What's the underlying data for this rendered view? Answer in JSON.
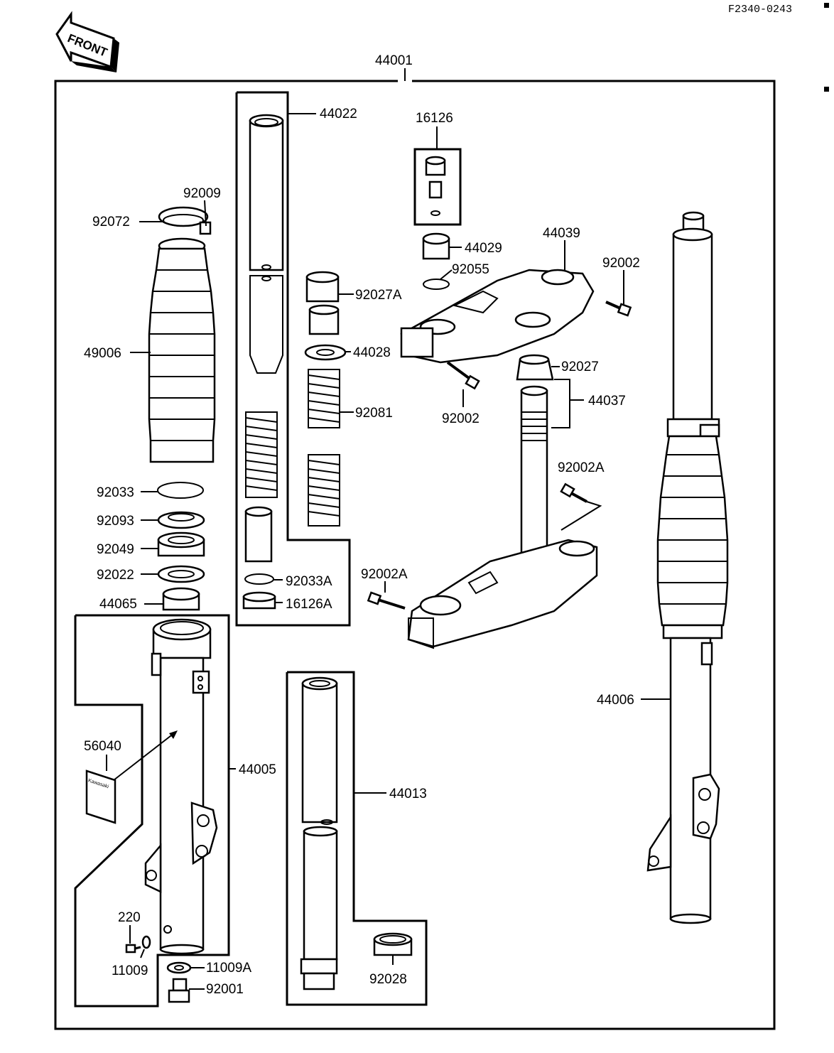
{
  "drawing_code": "F2340-0243",
  "front_label": "FRONT",
  "parts": {
    "assembly": "44001",
    "inner_tube": "44022",
    "cap_bolt": "16126",
    "clamp_screw": "92009",
    "band": "92072",
    "boot": "49006",
    "bolt_top": "92002",
    "bolt_top_left": "92002",
    "nut": "44029",
    "washer": "92055",
    "upper_bracket": "44039",
    "collar_a": "92027A",
    "seat": "44028",
    "collar": "92027",
    "stem": "44037",
    "spring": "92081",
    "stem_bolt": "92002A",
    "stem_bolt_lower": "92002A",
    "snap_ring": "92033",
    "dust_seal": "92093",
    "oil_seal": "92049",
    "washer_seal": "92022",
    "ring_a": "92033A",
    "bushing_a": "16126A",
    "guide": "44065",
    "outer_tube_left": "44005",
    "label_sticker": "56040",
    "outer_tube_right": "44006",
    "inner_pipe": "44013",
    "bushing": "92028",
    "screw": "220",
    "washer_small": "11009",
    "gasket": "11009A",
    "bottom_bolt": "92001"
  },
  "sticker_text": "Kawasaki"
}
